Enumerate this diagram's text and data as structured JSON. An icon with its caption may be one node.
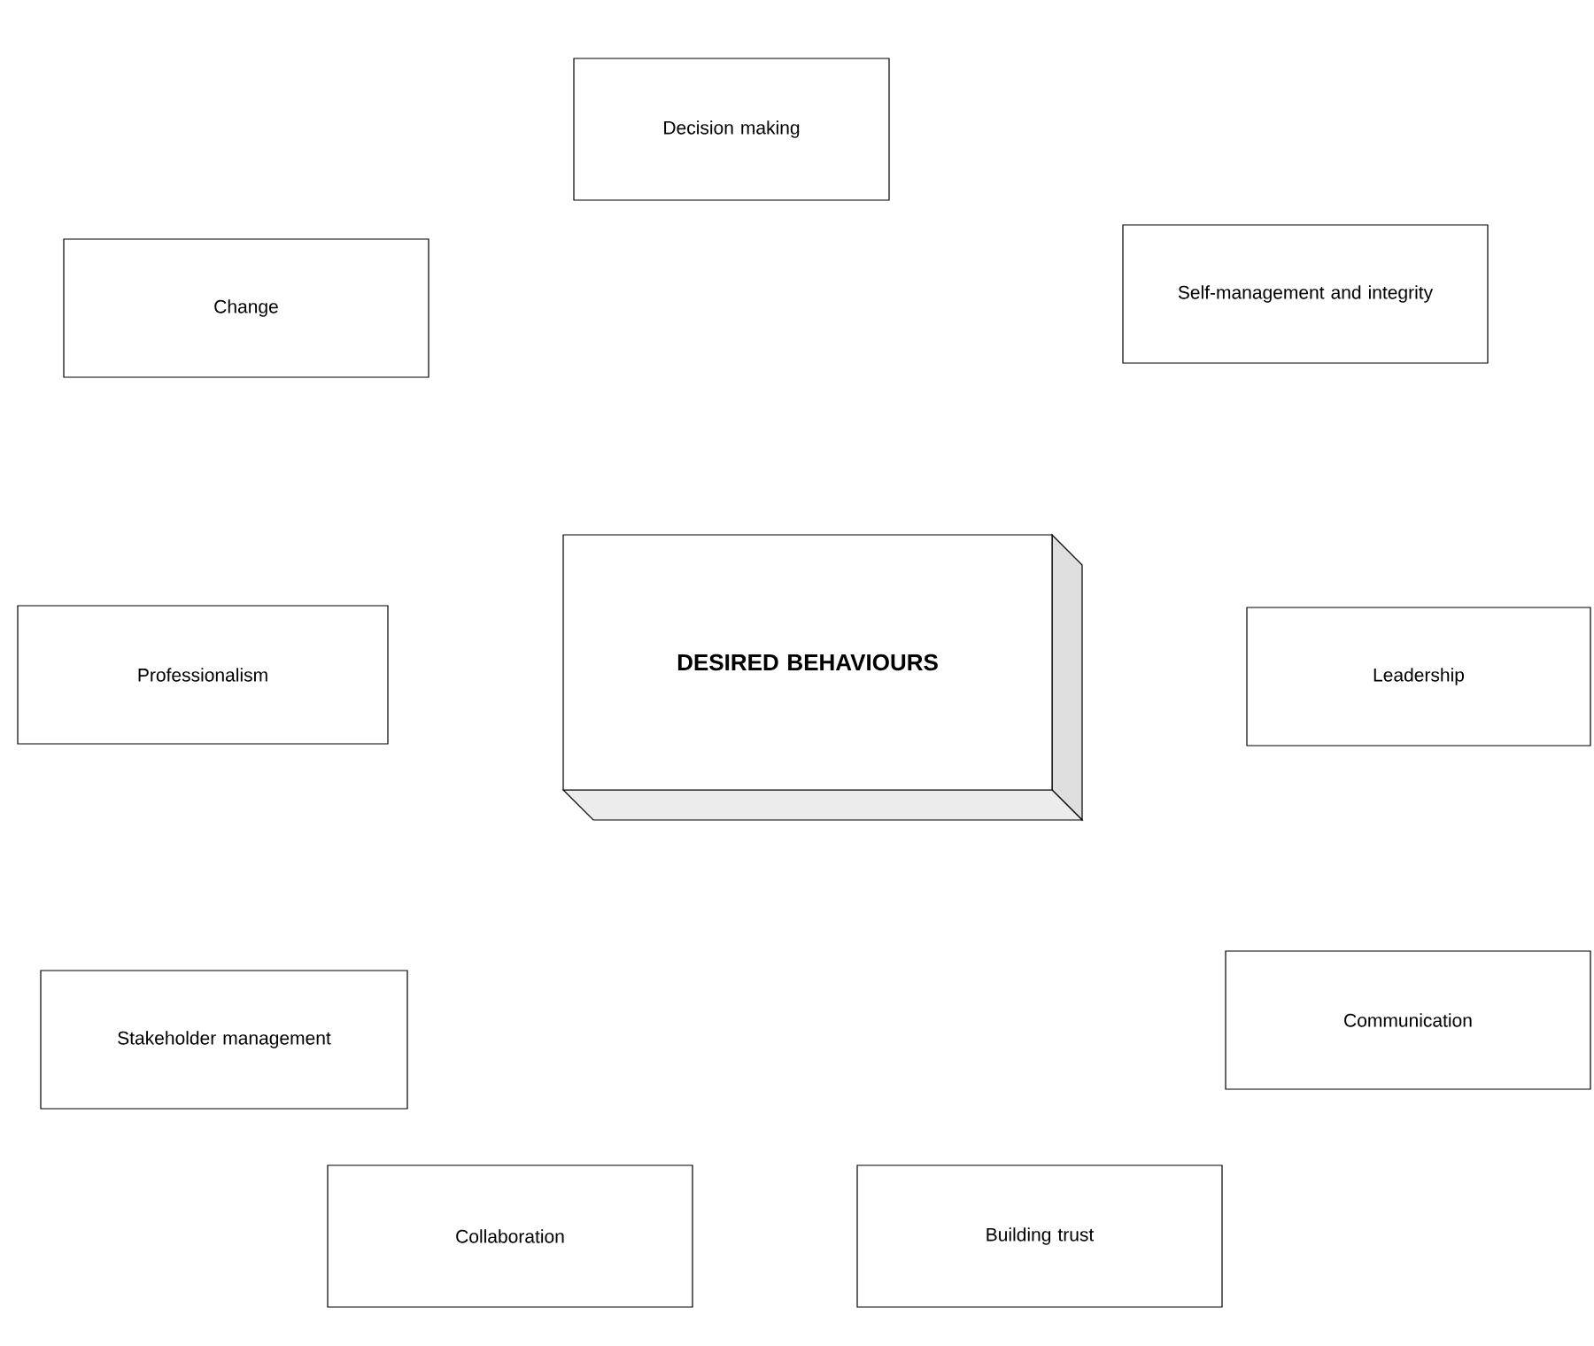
{
  "diagram": {
    "nodes": [
      {
        "text": [
          "Decision making"
        ]
      },
      {
        "text": [
          "Change"
        ]
      },
      {
        "text": [
          "Self-management and integrity"
        ]
      },
      {
        "text": [
          "Professionalism"
        ]
      },
      {
        "text": [
          "DESIRED BEHAVIOURS"
        ]
      },
      {
        "text": [
          "Leadership"
        ]
      },
      {
        "text": [
          "Stakeholder management"
        ]
      },
      {
        "text": [
          "Communication"
        ]
      },
      {
        "text": [
          "Collaboration"
        ]
      },
      {
        "text": [
          "Building trust"
        ]
      }
    ]
  }
}
